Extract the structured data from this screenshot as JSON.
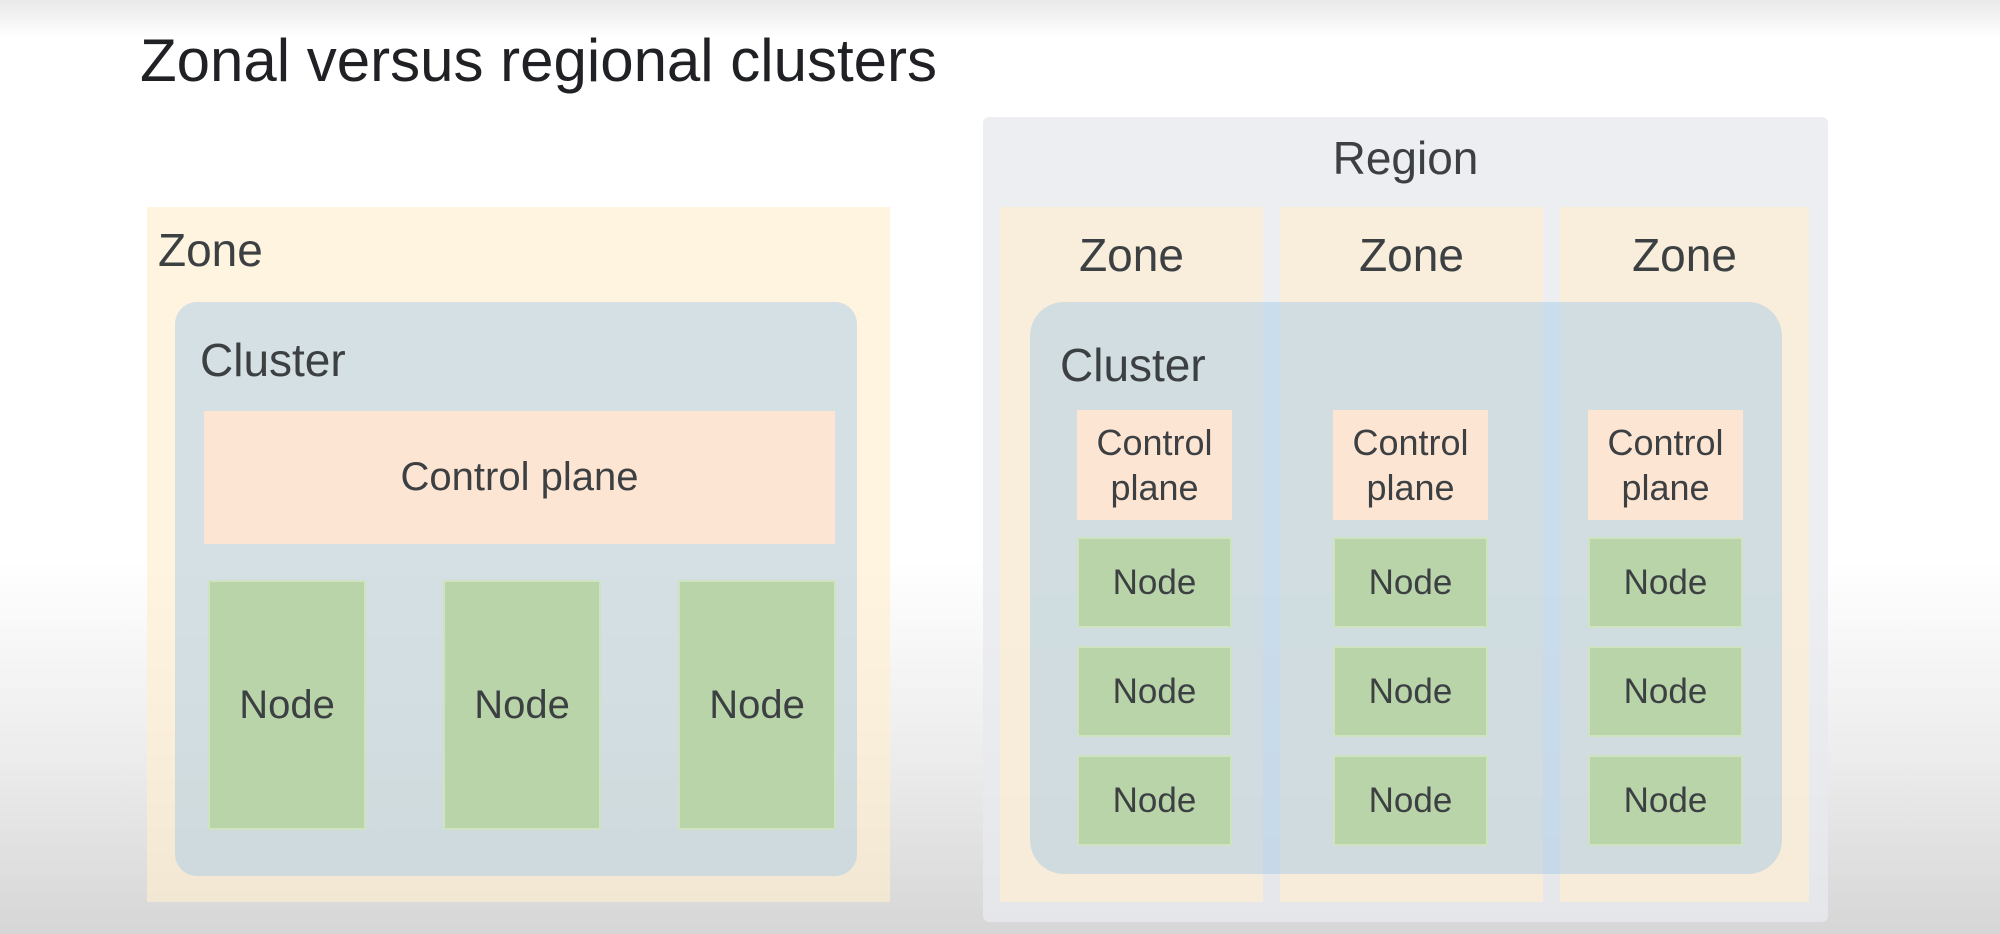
{
  "title": "Zonal versus regional clusters",
  "zonal": {
    "zone_label": "Zone",
    "cluster_label": "Cluster",
    "control_plane_label": "Control plane",
    "nodes": [
      "Node",
      "Node",
      "Node"
    ]
  },
  "regional": {
    "region_label": "Region",
    "cluster_label": "Cluster",
    "zones": [
      {
        "label": "Zone",
        "control_plane_label": "Control\nplane",
        "nodes": [
          "Node",
          "Node",
          "Node"
        ]
      },
      {
        "label": "Zone",
        "control_plane_label": "Control\nplane",
        "nodes": [
          "Node",
          "Node",
          "Node"
        ]
      },
      {
        "label": "Zone",
        "control_plane_label": "Control\nplane",
        "nodes": [
          "Node",
          "Node",
          "Node"
        ]
      }
    ]
  },
  "colors": {
    "zone": "#fdeed5",
    "region": "#e8eaed",
    "cluster": "#c5dbe9",
    "control_plane": "#fde5d3",
    "node": "#b8d4a8"
  }
}
